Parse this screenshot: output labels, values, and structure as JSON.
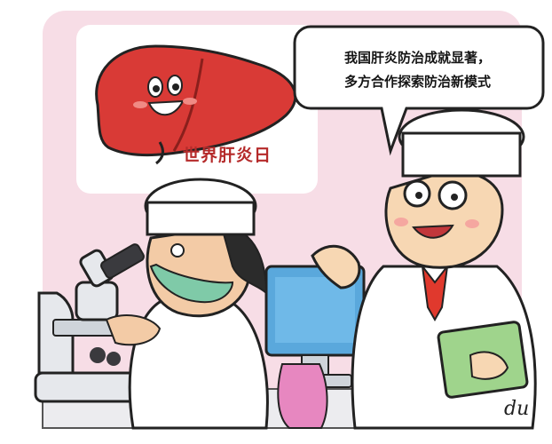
{
  "illustration": {
    "event_label": "世界肝炎日",
    "speech_lines": [
      "我国肝炎防治成就显著，",
      "多方合作探索防治新模式"
    ],
    "signature": "du"
  },
  "colors": {
    "background_pink": "#f7dde6",
    "liver_red": "#d93a36",
    "label_red": "#b52a2a",
    "mask_green": "#7fcaa8",
    "tie_red": "#e0392d",
    "folder_green": "#9fd48c",
    "chair_pink": "#e787c0",
    "monitor_blue": "#5aa8dc"
  },
  "icons": [
    "liver-mascot-icon",
    "microscope-icon",
    "speech-bubble-icon",
    "computer-monitor-icon"
  ]
}
